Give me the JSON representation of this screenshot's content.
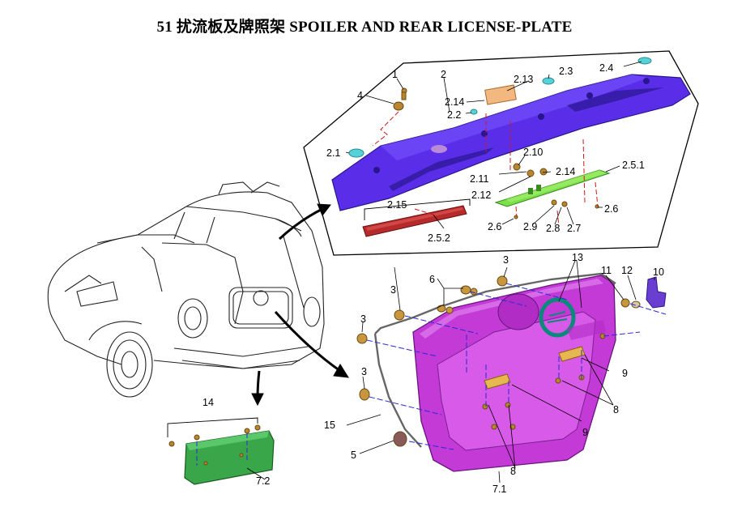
{
  "title": "51  扰流板及牌照架  SPOILER AND REAR LICENSE-PLATE",
  "labels": {
    "l1": "1",
    "l2": "2",
    "l2_1": "2.1",
    "l2_2": "2.2",
    "l2_3": "2.3",
    "l2_4": "2.4",
    "l2_5_1": "2.5.1",
    "l2_5_2": "2.5.2",
    "l2_6a": "2.6",
    "l2_6b": "2.6",
    "l2_7": "2.7",
    "l2_8": "2.8",
    "l2_9": "2.9",
    "l2_10": "2.10",
    "l2_11": "2.11",
    "l2_12": "2.12",
    "l2_13": "2.13",
    "l2_14a": "2.14",
    "l2_14b": "2.14",
    "l2_15": "2.15",
    "l3a": "3",
    "l3b": "3",
    "l3c": "3",
    "l3d": "3",
    "l4": "4",
    "l5": "5",
    "l6": "6",
    "l7_1": "7.1",
    "l7_2": "7.2",
    "l8a": "8",
    "l8b": "8",
    "l9a": "9",
    "l9b": "9",
    "l10": "10",
    "l11": "11",
    "l12": "12",
    "l13": "13",
    "l14": "14",
    "l15": "15"
  },
  "colors": {
    "spoiler": "#5a2ee8",
    "license_frame": "#c43ad6",
    "plate_bracket": "#3aa64a",
    "led_bar": "#b52a2a",
    "green_pcb": "#7be04a",
    "cap": "#55d2d8",
    "bracket_10": "#6a3ed0",
    "fastener": "#b8862e"
  }
}
